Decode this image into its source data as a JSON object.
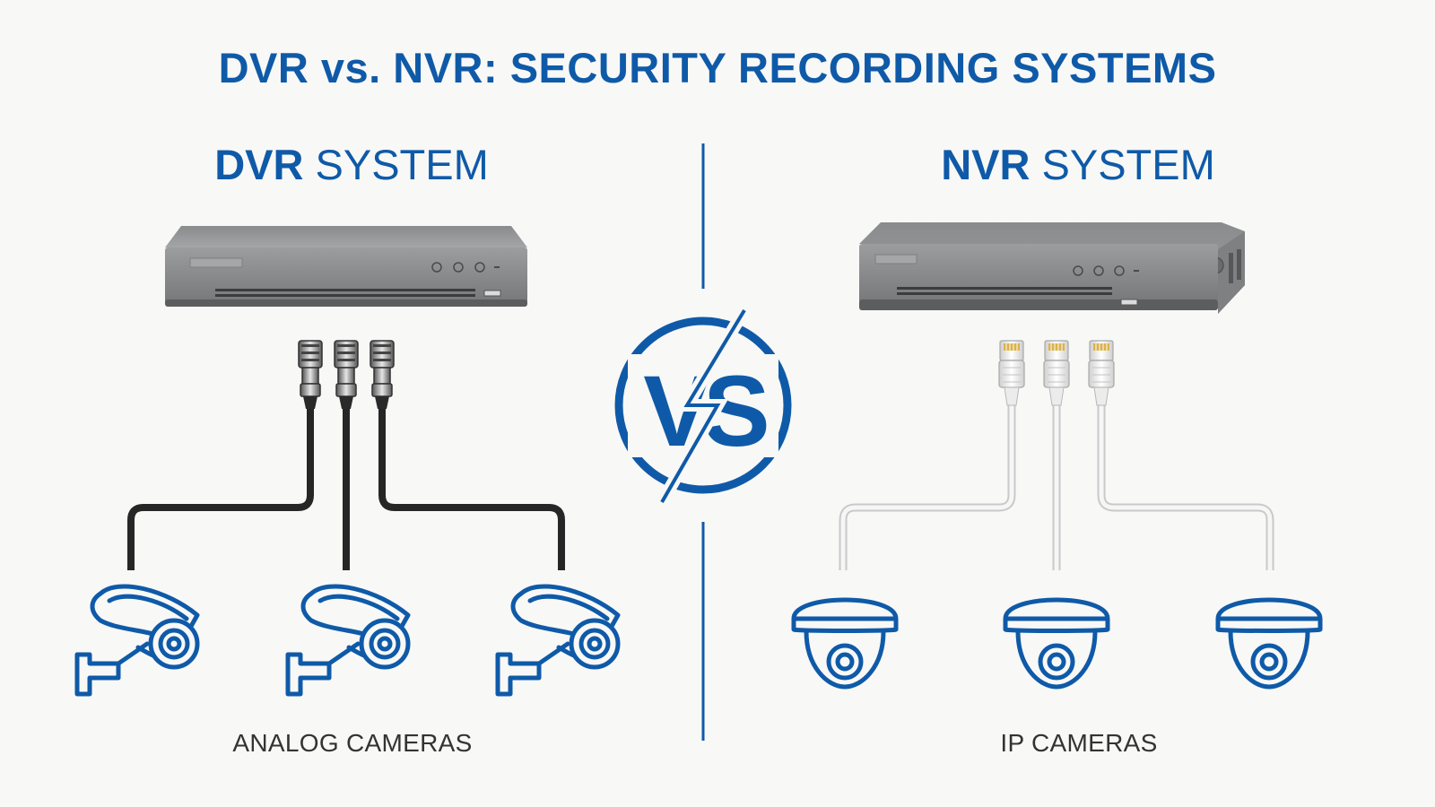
{
  "title": "DVR vs. NVR: SECURITY RECORDING SYSTEMS",
  "colors": {
    "brand_blue": "#0f5aa8",
    "device_gray": "#8d8e90",
    "coax_cable": "#262626",
    "ethernet_cable": "#f2f2f2",
    "background": "#f8f8f6"
  },
  "dvr": {
    "title_strong": "DVR",
    "title_light": " SYSTEM",
    "camera_label": "ANALOG CAMERAS",
    "camera_icon": "bullet-camera-icon",
    "connector_icon": "bnc-connector-icon"
  },
  "nvr": {
    "title_strong": "NVR",
    "title_light": " SYSTEM",
    "camera_label": "IP CAMERAS",
    "camera_icon": "dome-camera-icon",
    "connector_icon": "rj45-connector-icon"
  },
  "versus": "VS"
}
